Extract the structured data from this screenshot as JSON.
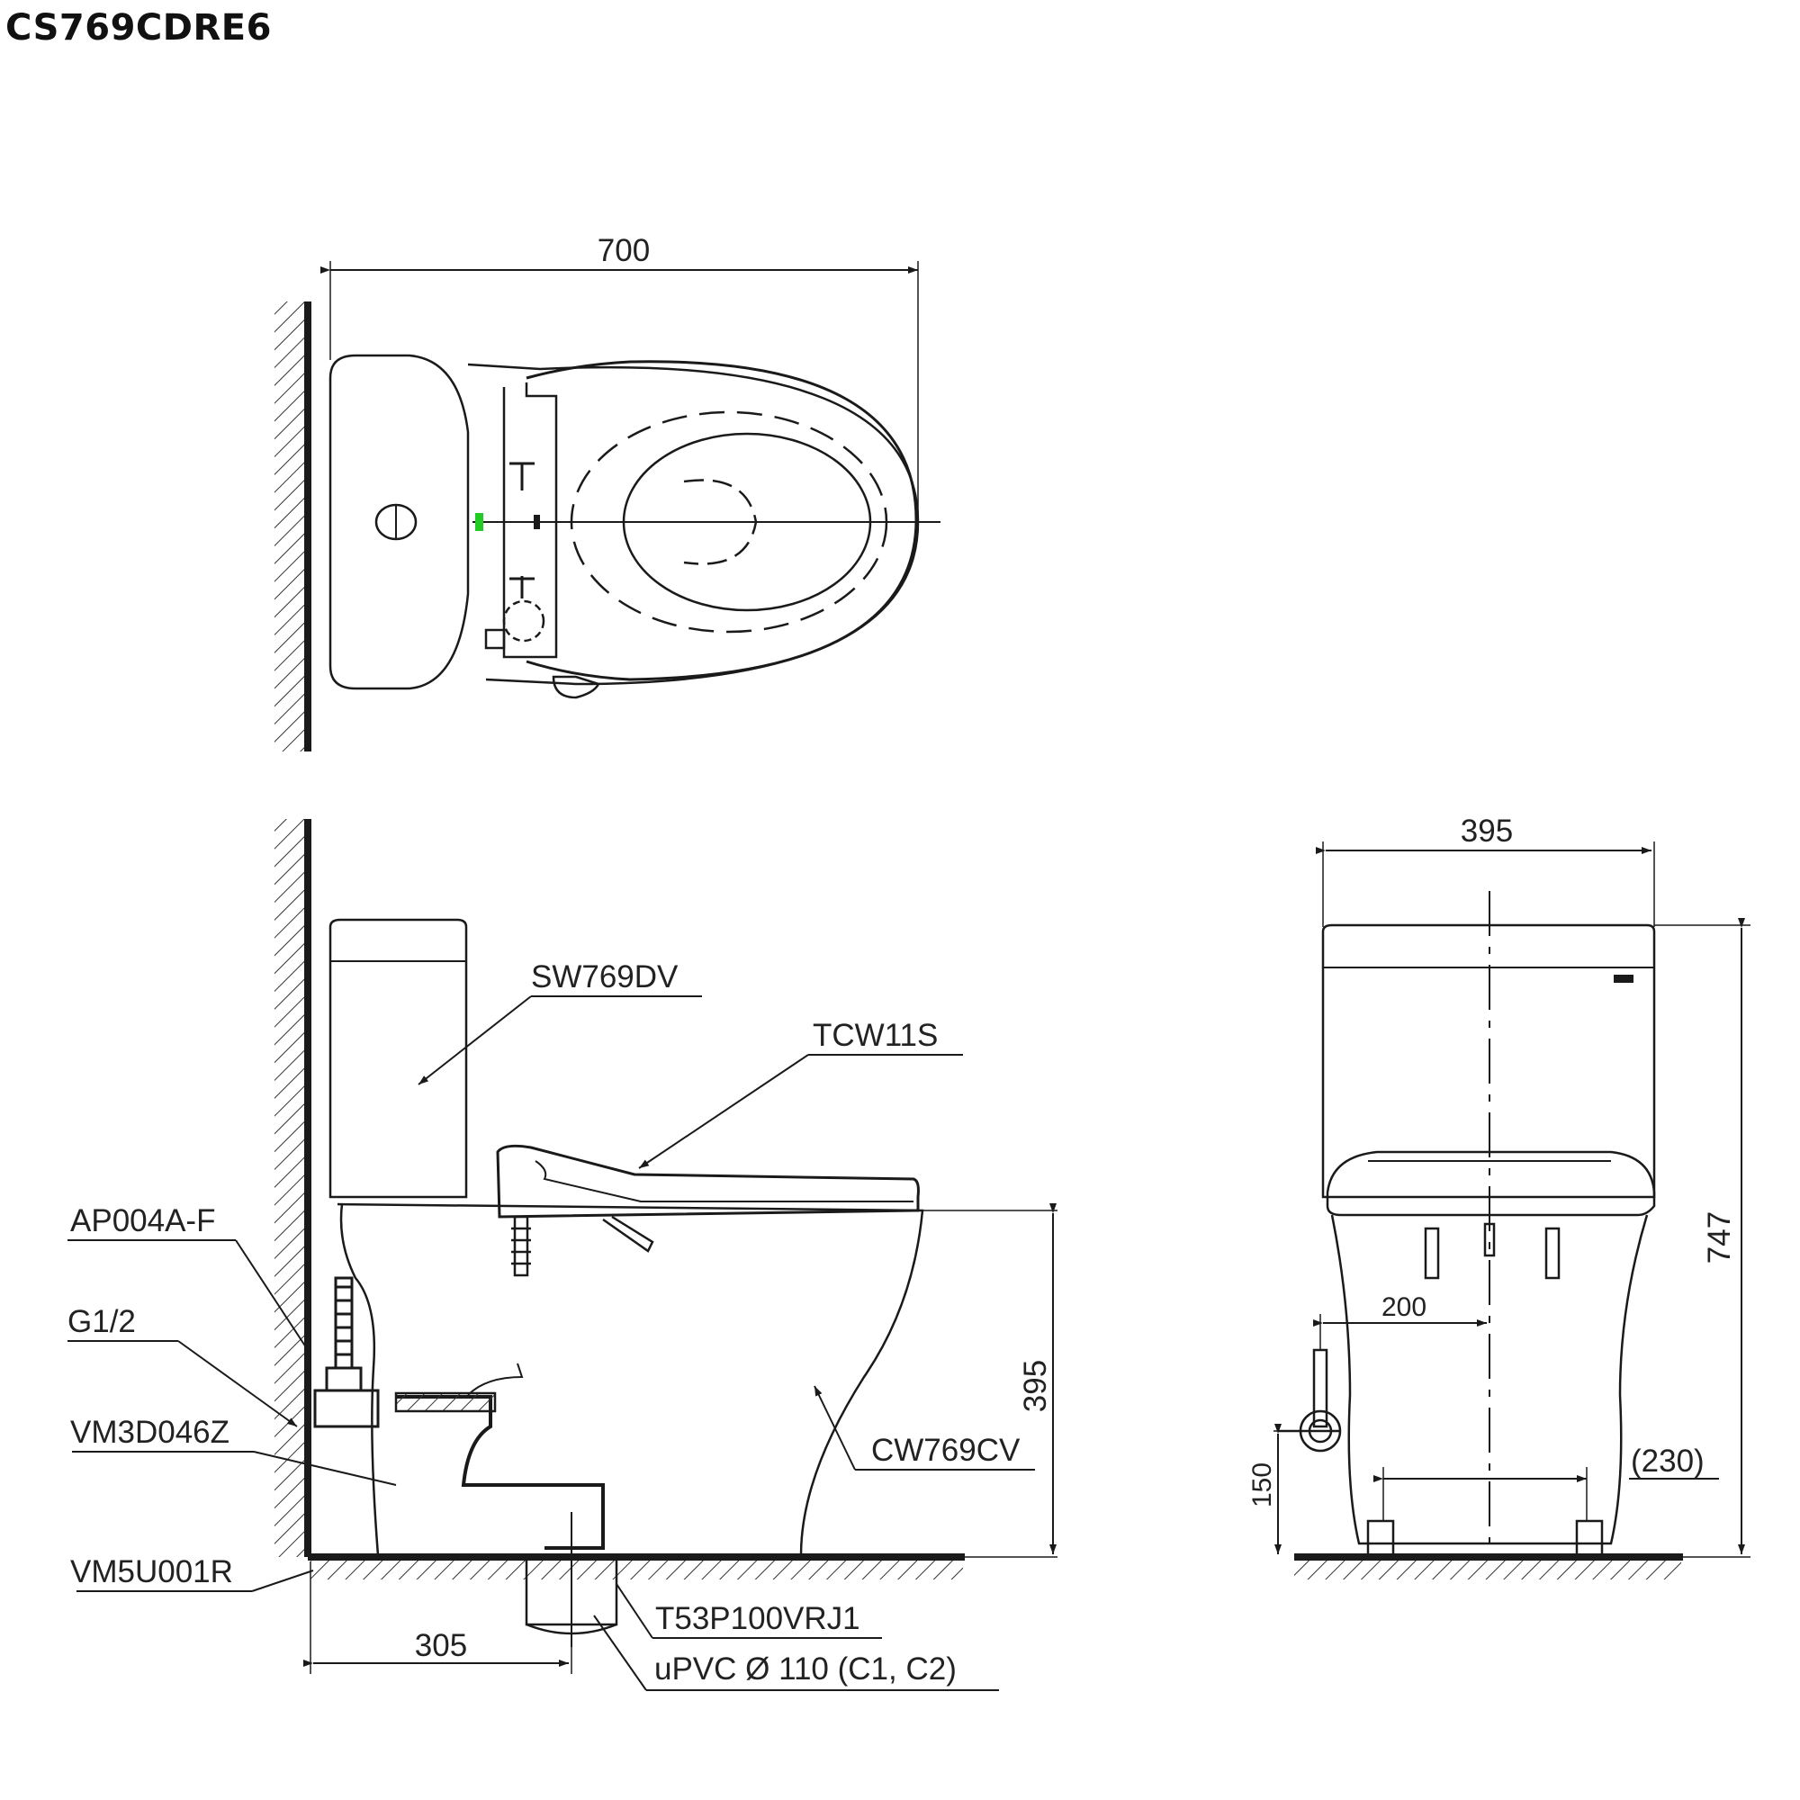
{
  "title": "CS769CDRE6",
  "dimensions": {
    "overall_length": "700",
    "tank_width": "395",
    "seat_height": "395",
    "overall_height": "747",
    "rough_in": "305",
    "supply_offset": "200",
    "supply_height": "150",
    "bolt_spacing": "(230)"
  },
  "part_labels": {
    "tank": "SW769DV",
    "seat": "TCW11S",
    "bowl": "CW769CV",
    "angle_valve": "AP004A-F",
    "thread": "G1/2",
    "supply_hose": "VM3D046Z",
    "flange": "VM5U001R",
    "outlet": "T53P100VRJ1",
    "pipe": "uPVC Ø 110 (C1, C2)"
  },
  "colors": {
    "line": "#1a1a1a",
    "indicator": "#22cc22"
  }
}
